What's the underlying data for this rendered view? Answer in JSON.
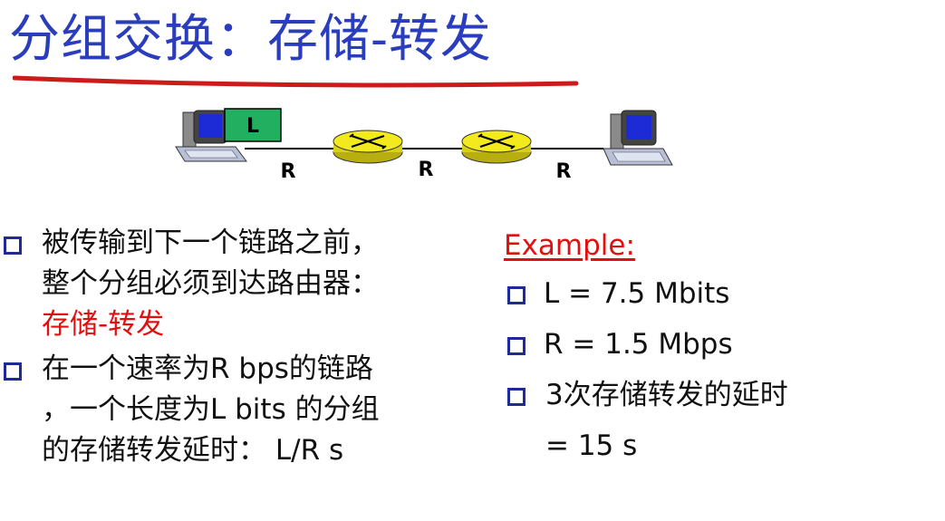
{
  "title": "分组交换：存储-转发",
  "diagram": {
    "packet_label": "L",
    "link_labels": [
      "R",
      "R",
      "R"
    ]
  },
  "left": {
    "bullet1": {
      "line1": "被传输到下一个链路之前，",
      "line2": "整个分组必须到达路由器：",
      "line3": "存储-转发"
    },
    "bullet2": {
      "line1": "在一个速率为R bps的链路",
      "line2": "，一个长度为L bits 的分组",
      "line3": "的存储转发延时： L/R s"
    }
  },
  "right": {
    "example_label": "Example:",
    "items": [
      "L = 7.5 Mbits",
      "R = 1.5 Mbps",
      "3次存储转发的延时"
    ],
    "item3_cont": "= 15 s"
  },
  "colors": {
    "title": "#2a3dbd",
    "underline": "#cc1b1b",
    "router": "#f2ea1c",
    "packet": "#22b060",
    "bullet": "#1e2a99",
    "highlight": "#e01010"
  }
}
